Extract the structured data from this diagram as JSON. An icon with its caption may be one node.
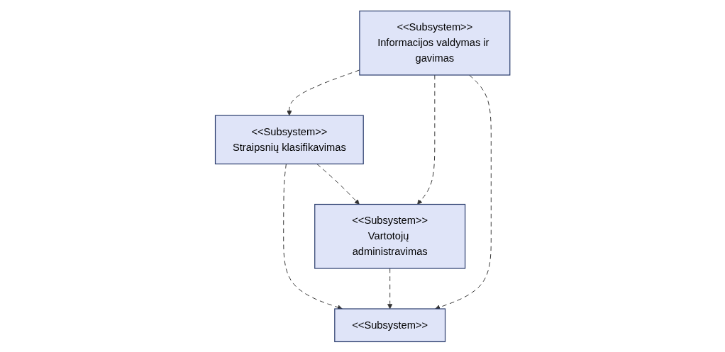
{
  "diagram": {
    "nodes": [
      {
        "text": [
          "<<Subsystem>>",
          "Straipsnių klasifikavimas"
        ]
      },
      {
        "text": [
          "<<Subsystem>>",
          "Informacijos valdymas ir gavimas"
        ]
      },
      {
        "text": [
          "<<Subsystem>>",
          "Vartotojų administravimas"
        ]
      },
      {
        "text": [
          "<<Subsystem>>"
        ]
      }
    ],
    "edges": [
      {
        "from": 1,
        "to": 0,
        "arrow": "to",
        "style": "dashed"
      },
      {
        "from": 0,
        "to": 2,
        "arrow": "to",
        "style": "dashed"
      },
      {
        "from": 1,
        "to": 2,
        "arrow": "to",
        "style": "dashed"
      },
      {
        "from": 0,
        "to": 3,
        "arrow": "to",
        "style": "dashed"
      },
      {
        "from": 2,
        "to": 3,
        "arrow": "to",
        "style": "dashed"
      },
      {
        "from": 1,
        "to": 3,
        "arrow": "to",
        "style": "dashed"
      }
    ]
  }
}
